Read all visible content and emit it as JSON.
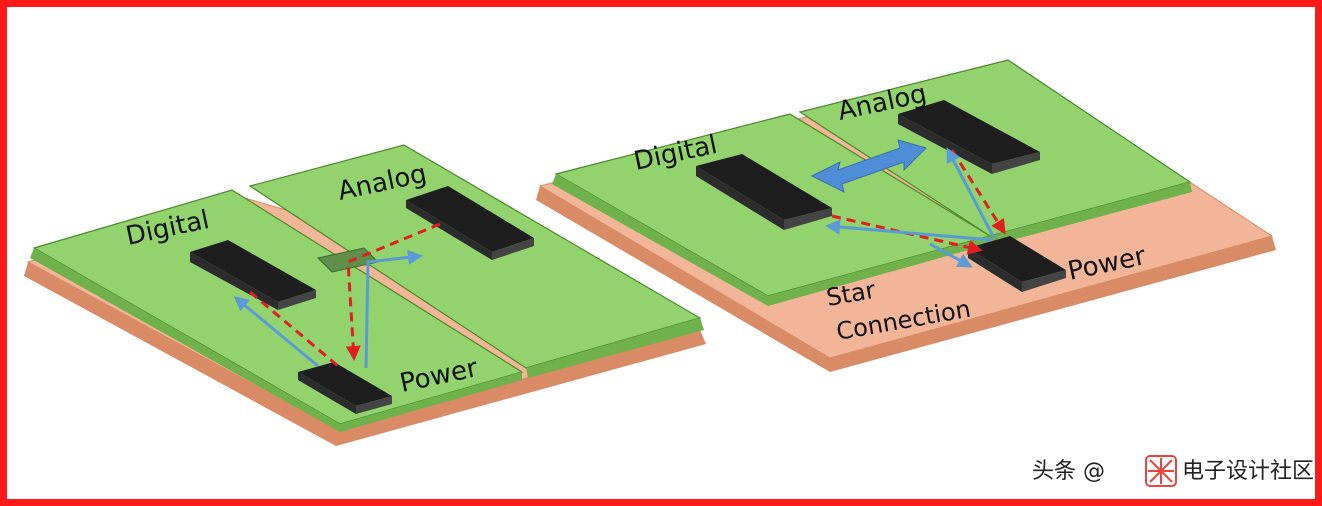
{
  "colors": {
    "frame": "#ff1a1a",
    "board_top": "#92d36e",
    "board_edge": "#5a9a3a",
    "substrate": "#f3b597",
    "substrate_edge": "#d98b66",
    "chip": "#1e1e1e",
    "return_path": "#e02020",
    "signal_path": "#5b9bd5"
  },
  "left_diagram": {
    "digital": "Digital",
    "analog": "Analog",
    "power": "Power"
  },
  "right_diagram": {
    "digital": "Digital",
    "analog": "Analog",
    "power": "Power",
    "star_line1": "Star",
    "star_line2": "Connection"
  },
  "watermark": {
    "prefix": "头条 @",
    "name": "电子设计社区"
  }
}
